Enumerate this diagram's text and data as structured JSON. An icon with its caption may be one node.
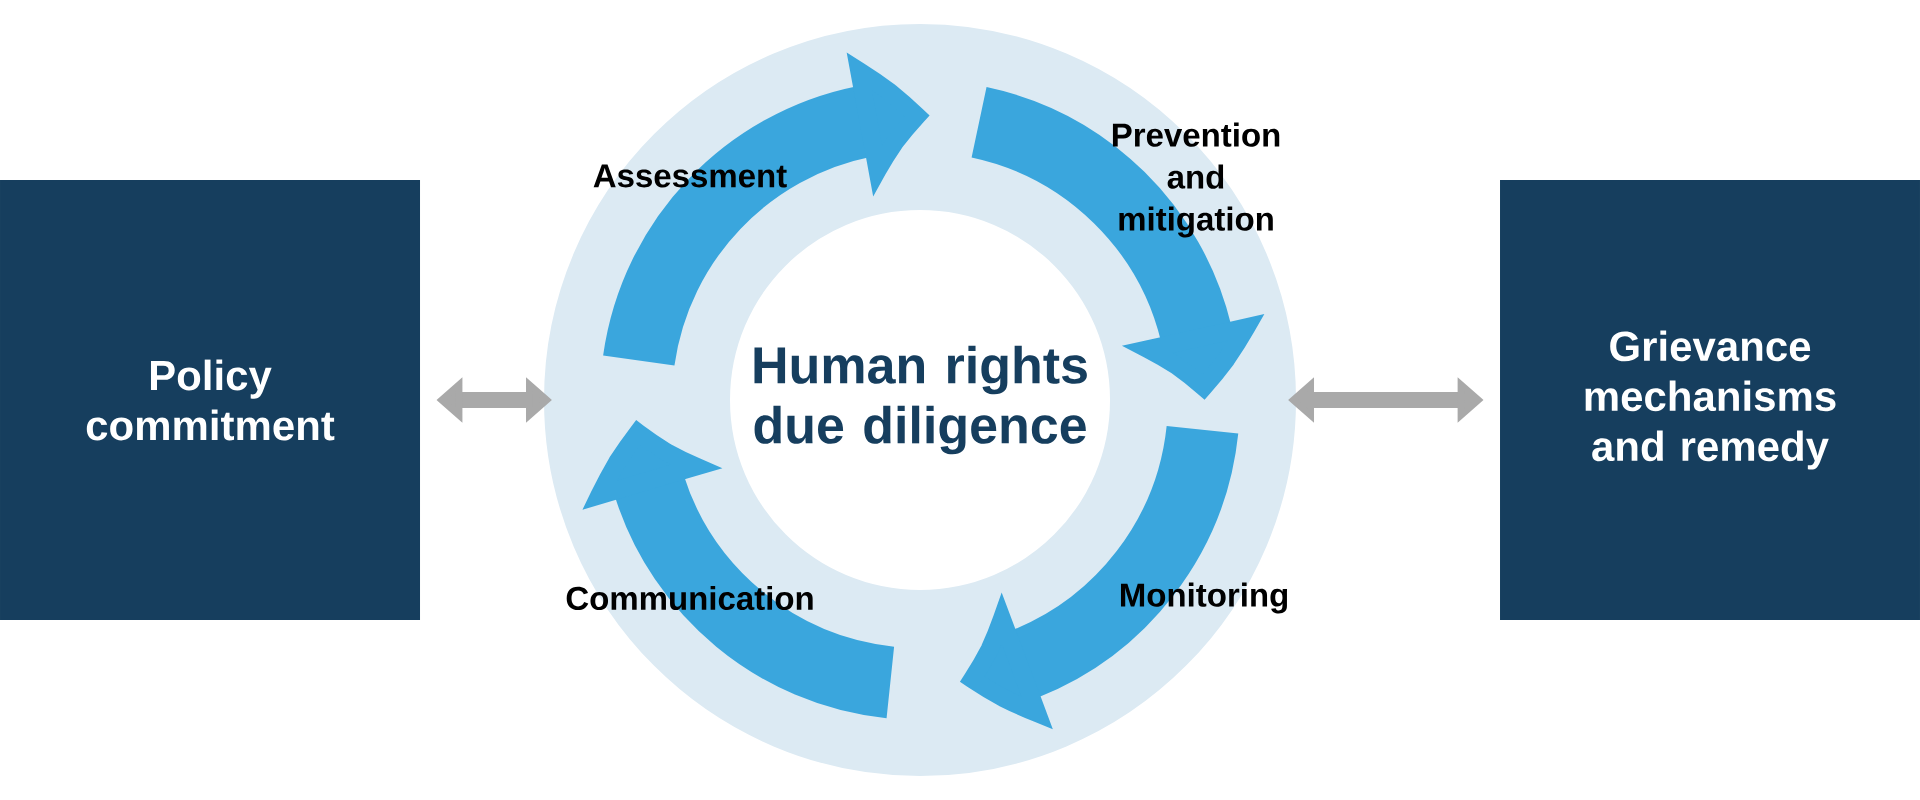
{
  "diagram": {
    "nodes": [
      {
        "text": [
          "Policy commitment"
        ]
      },
      {
        "text": [
          "Human rights due diligence"
        ]
      },
      {
        "text": [
          "Grievance mechanisms and remedy"
        ]
      }
    ],
    "edges": [
      {
        "from": 0,
        "to": 1,
        "arrow": "both"
      },
      {
        "from": 1,
        "to": 2,
        "arrow": "both"
      }
    ],
    "labels": [
      "Assessment",
      "Prevention and mitigation",
      "Monitoring",
      "Communication"
    ]
  }
}
